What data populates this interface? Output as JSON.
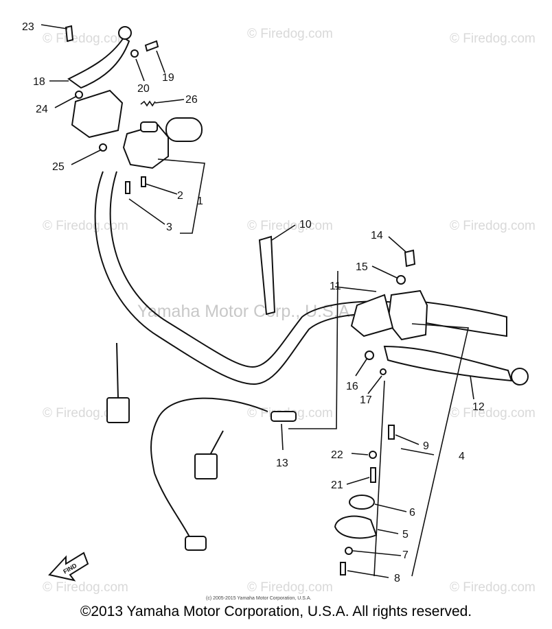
{
  "watermarks": {
    "firedog": "© Firedog.com",
    "center": "Yamaha Motor Corp., U.S.A."
  },
  "callouts": [
    "1",
    "2",
    "3",
    "4",
    "5",
    "6",
    "7",
    "8",
    "9",
    "10",
    "11",
    "12",
    "13",
    "14",
    "15",
    "16",
    "17",
    "18",
    "19",
    "20",
    "21",
    "22",
    "23",
    "24",
    "25",
    "26"
  ],
  "find_label": "FIND",
  "small_credit": "(c) 2005-2015 Yamaha Motor Corporation, U.S.A.",
  "copyright": "©2013 Yamaha Motor Corporation, U.S.A. All rights reserved.",
  "colors": {
    "ink": "#111111",
    "watermark": "#d9d9d9",
    "background": "#ffffff"
  }
}
